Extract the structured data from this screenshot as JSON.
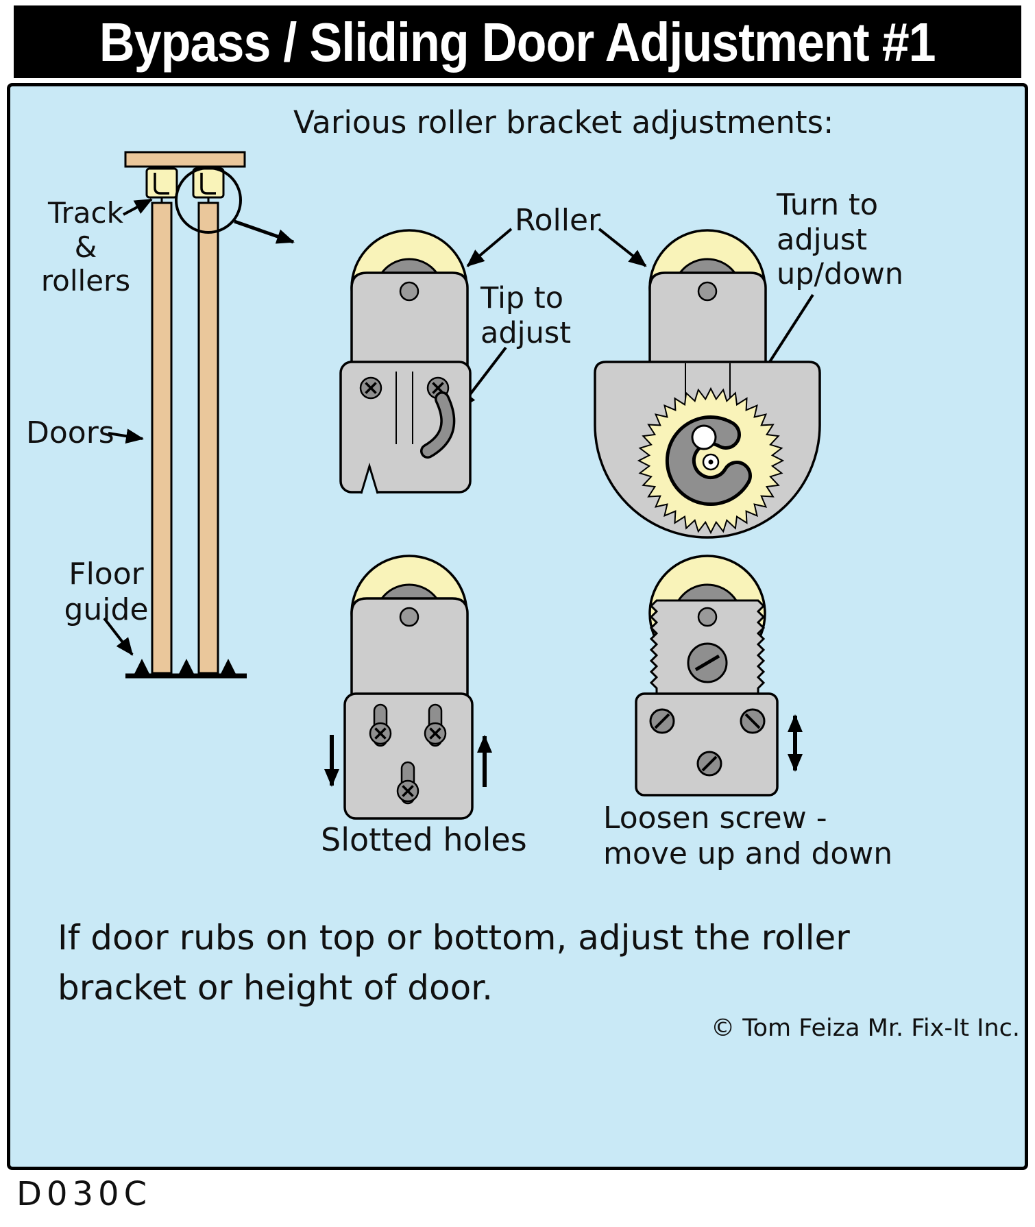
{
  "title": "Bypass / Sliding Door Adjustment #1",
  "subtitle": "Various roller bracket adjustments:",
  "labels": {
    "track_rollers": "Track\n& rollers",
    "doors": "Doors",
    "floor_guide": "Floor\nguide",
    "roller": "Roller",
    "tip_to_adjust": "Tip to\nadjust",
    "turn_to_adjust": "Turn to\nadjust\nup/down",
    "slotted_holes": "Slotted holes",
    "loosen_screw": "Loosen screw -\nmove up and down",
    "note": "If door rubs on top or bottom, adjust the roller\nbracket or height of door.",
    "copyright": "© Tom Feiza Mr. Fix-It Inc.",
    "code": "D030C"
  },
  "colors": {
    "panel_background": "#c9e9f6",
    "wood_tan": "#eac79b",
    "roller_yellow": "#f9f3b9",
    "bracket_gray": "#cdcdcd",
    "hardware_gray": "#8f8f8f",
    "title_background": "#000000",
    "title_text": "#ffffff"
  }
}
